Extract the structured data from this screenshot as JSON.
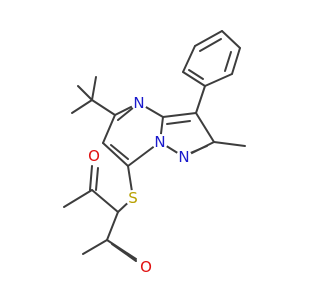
{
  "molecule": {
    "atoms": [
      {
        "symbol": "N",
        "color": "#1a1acc"
      },
      {
        "symbol": "N",
        "color": "#1a1acc"
      },
      {
        "symbol": "N",
        "color": "#1a1acc"
      },
      {
        "symbol": "S",
        "color": "#b8a000"
      },
      {
        "symbol": "O",
        "color": "#e01010"
      },
      {
        "symbol": "O",
        "color": "#e01010"
      }
    ],
    "bond_color": "#3d3d3d"
  }
}
